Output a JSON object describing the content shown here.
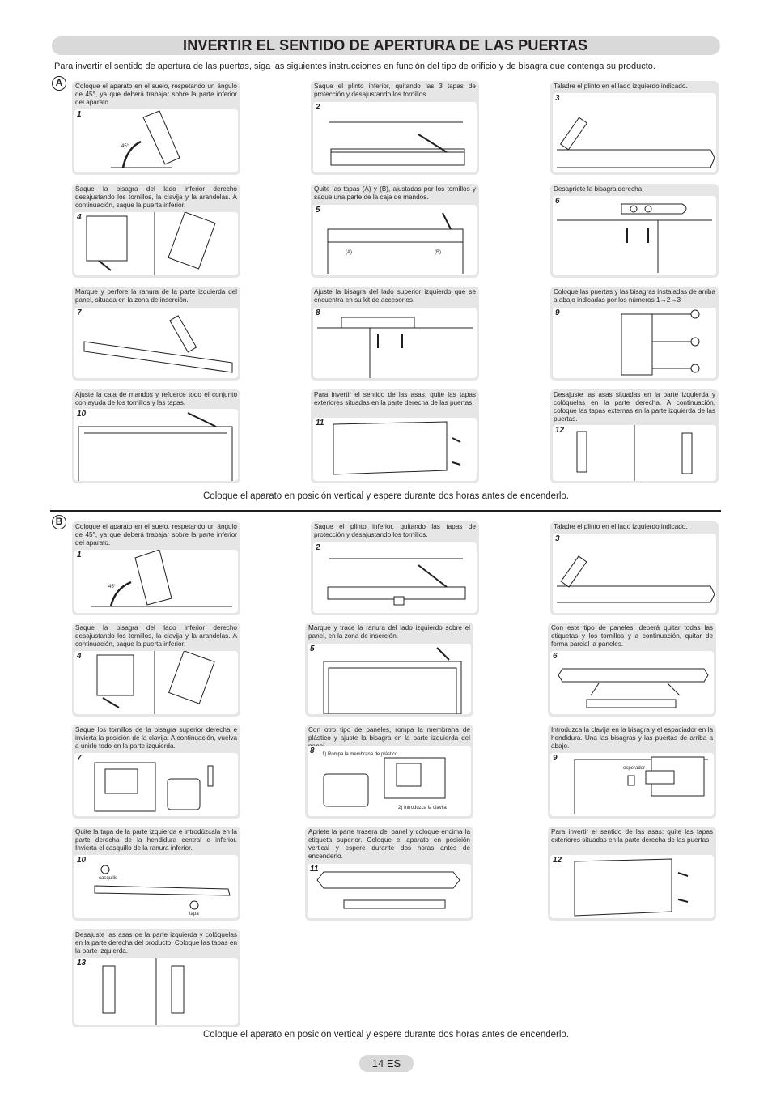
{
  "title": "INVERTIR EL SENTIDO DE APERTURA DE LAS PUERTAS",
  "intro": "Para invertir el sentido de apertura de las puertas, siga las siguientes instrucciones en función del tipo de orificio y de bisagra que contenga su producto.",
  "section_a": {
    "letter": "A",
    "steps": [
      {
        "num": "1",
        "text": "Coloque el aparato en el suelo, respetando un ángulo de 45°, ya que deberá trabajar sobre la parte inferior del aparato.",
        "label": "45°"
      },
      {
        "num": "2",
        "text": "Saque el plinto inferior, quitando las 3 tapas de protección y desajustando los tornillos."
      },
      {
        "num": "3",
        "text": "Taladre el plinto en el lado izquierdo indicado."
      },
      {
        "num": "4",
        "text": "Saque la bisagra del lado inferior derecho desajustando los tornillos, la clavija y la arandelas. A continuación, saque la puerta inferior."
      },
      {
        "num": "5",
        "text": "Quite las tapas (A) y (B), ajustadas por los tornillos y saque una parte de la caja de mandos.",
        "label_a": "(A)",
        "label_b": "(B)"
      },
      {
        "num": "6",
        "text": "Desapriete la bisagra derecha."
      },
      {
        "num": "7",
        "text": "Marque y perfore la ranura de la parte izquierda del panel, situada en la zona de inserción."
      },
      {
        "num": "8",
        "text": "Ajuste la bisagra del lado superior izquierdo que se encuentra en su kit de accesorios."
      },
      {
        "num": "9",
        "text": "Coloque las puertas y las bisagras instaladas de arriba a abajo indicadas por los números",
        "seq": [
          "1",
          "2",
          "3"
        ]
      },
      {
        "num": "10",
        "text": "Ajuste la caja de mandos y refuerce todo el conjunto con ayuda de los tornillos y las tapas."
      },
      {
        "num": "11",
        "text": "Para invertir el sentido de las asas: quite las tapas exteriores situadas en la parte derecha de las puertas."
      },
      {
        "num": "12",
        "text": "Desajuste las asas situadas en la parte izquierda y colóquelas en la parte derecha. A continuación, coloque las tapas externas en la parte izquierda de las puertas."
      }
    ],
    "note": "Coloque el aparato en posición vertical y espere durante dos horas antes de encenderlo."
  },
  "section_b": {
    "letter": "B",
    "steps": [
      {
        "num": "1",
        "text": "Coloque el aparato en el suelo, respetando un ángulo de 45°, ya que deberá trabajar sobre la parte inferior del aparato.",
        "label": "45°"
      },
      {
        "num": "2",
        "text": "Saque el plinto inferior, quitando las tapas de protección y desajustando los tornillos."
      },
      {
        "num": "3",
        "text": "Taladre el plinto en el lado izquierdo indicado."
      },
      {
        "num": "4",
        "text": "Saque la bisagra del lado inferior derecho desajustando los tornillos, la clavija y la arandelas. A continuación, saque la puerta inferior."
      },
      {
        "num": "5",
        "text": "Marque y trace la ranura del lado izquierdo sobre el panel, en la zona de inserción."
      },
      {
        "num": "6",
        "text": "Con este tipo de paneles, deberá quitar todas las etiquetas y los tornillos y a continuación, quitar de forma parcial la paneles."
      },
      {
        "num": "7",
        "text": "Saque los tornillos de la bisagra superior derecha e invierta la posición de la clavija. A continuación, vuelva a unirlo todo en la parte izquierda."
      },
      {
        "num": "8",
        "text": "Con otro tipo de paneles, rompa la membrana de plástico y ajuste la bisagra en la parte izquierda del panel.",
        "label_1": "1) Rompa la membrana de plástico",
        "label_2": "2) Introduzca la clavija"
      },
      {
        "num": "9",
        "text": "Introduzca la clavija en la bisagra y el espaciador en la hendidura. Una las bisagras y las puertas de arriba a abajo.",
        "label": "esperador"
      },
      {
        "num": "10",
        "text": "Quite la tapa de la parte izquierda e introdúzcala en la parte derecha de la hendidura central e inferior. Invierta el casquillo de la ranura inferior.",
        "label_1": "casquillo",
        "label_2": "tapa"
      },
      {
        "num": "11",
        "text": "Apriete la parte trasera del panel y coloque encima la etiqueta superior. Coloque el aparato en posición vertical y espere durante dos horas antes de encenderlo."
      },
      {
        "num": "12",
        "text": "Para invertir el sentido de las asas: quite las tapas exteriores situadas en la parte derecha de las puertas."
      },
      {
        "num": "13",
        "text": "Desajuste las asas de la parte izquierda y colóquelas en la parte derecha del producto. Coloque las tapas en la parte izquierda."
      }
    ],
    "note": "Coloque el aparato en posición vertical y espere durante dos horas antes de encenderlo."
  },
  "page_number": "14 ES"
}
